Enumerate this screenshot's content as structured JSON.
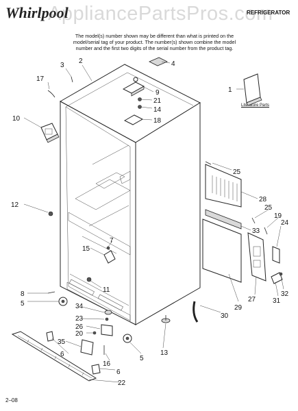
{
  "header": {
    "brand": "Whirlpool",
    "brand_mark": "®",
    "watermark": "AppliancePartsPros.com",
    "category": "REFRIGERATOR"
  },
  "intro_note": "The model(s) number shown may be different than what is printed on the model/serial tag of your product. The number(s) shown combine the model number and the first two digits of the serial number from the product tag.",
  "literature_label": "Literature Parts",
  "footer_code": "2–08",
  "callouts": [
    "1",
    "2",
    "3",
    "4",
    "5",
    "5",
    "6",
    "6",
    "7",
    "8",
    "9",
    "10",
    "11",
    "12",
    "13",
    "14",
    "15",
    "16",
    "17",
    "18",
    "19",
    "20",
    "21",
    "22",
    "23",
    "24",
    "25",
    "25",
    "26",
    "27",
    "28",
    "29",
    "30",
    "31",
    "32",
    "33",
    "34",
    "35"
  ]
}
